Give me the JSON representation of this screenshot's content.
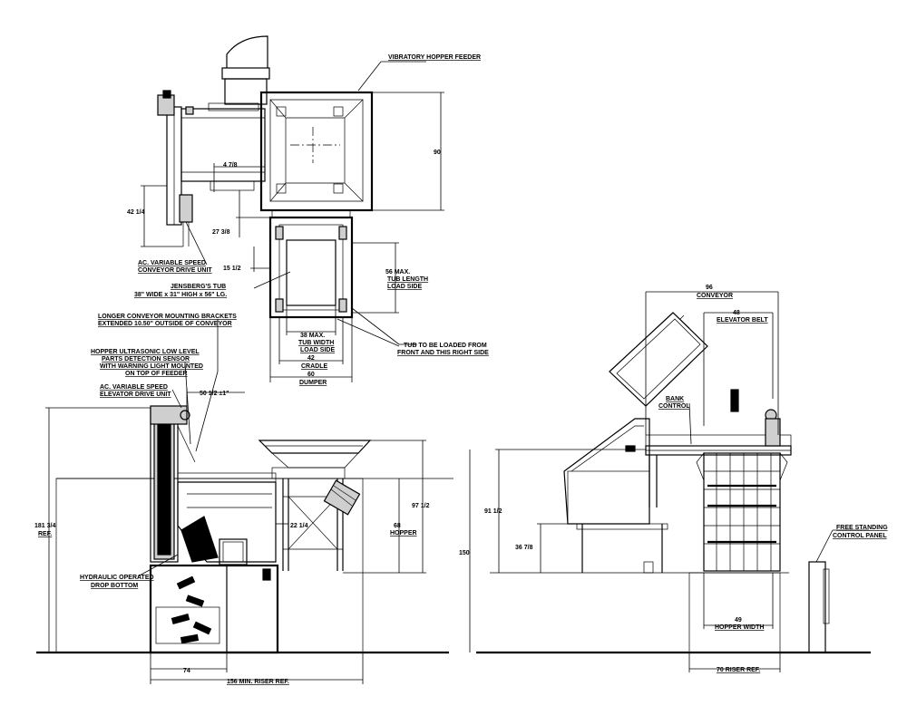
{
  "labels": {
    "vibratory_hopper_feeder": "VIBRATORY HOPPER FEEDER",
    "dim_90": "90",
    "dim_4_7_8": "4 7/8",
    "dim_42_1_4": "42 1/4",
    "dim_27_3_8": "27 3/8",
    "dim_15_1_2": "15 1/2",
    "ac_conveyor_drive_1": "AC. VARIABLE SPEED",
    "ac_conveyor_drive_2": "CONVEYOR DRIVE UNIT",
    "tub_1": "JENSBERG'S TUB",
    "tub_2": "38\" WIDE x 31\" HIGH x 56\" LG.",
    "tub_length_1": "56 MAX.",
    "tub_length_2": "TUB LENGTH",
    "tub_length_3": "LOAD SIDE",
    "tub_width_1": "38 MAX.",
    "tub_width_2": "TUB WIDTH",
    "tub_width_3": "LOAD SIDE",
    "cradle_dim": "42",
    "cradle": "CRADLE",
    "dumper_dim": "60",
    "dumper": "DUMPER",
    "tub_loaded_1": "TUB TO BE LOADED FROM",
    "tub_loaded_2": "FRONT AND THIS RIGHT SIDE",
    "brackets_1": "LONGER CONVEYOR MOUNTING BRACKETS",
    "brackets_2": "EXTENDED 10.50\" OUTSIDE OF CONVEYOR",
    "ultrasonic_1": "HOPPER ULTRASONIC LOW LEVEL",
    "ultrasonic_2": "PARTS DETECTION SENSOR",
    "ultrasonic_3": "WITH WARNING LIGHT MOUNTED",
    "ultrasonic_4": "ON TOP OF FEEDER",
    "ac_elevator_1": "AC. VARIABLE SPEED",
    "ac_elevator_2": "ELEVATOR DRIVE UNIT",
    "dim_50_1_2": "50 1/2 ±1\"",
    "dim_181_3_4": "181 3/4",
    "ref": "REF.",
    "dim_97_1_2": "97 1/2",
    "dim_68": "68",
    "hopper": "HOPPER",
    "dim_22_1_4": "22 1/4",
    "hydraulic_1": "HYDRAULIC OPERATED",
    "hydraulic_2": "DROP BOTTOM",
    "dim_74": "74",
    "dim_156": "156 MIN. RISER REF.",
    "dim_96": "96",
    "conveyor": "CONVEYOR",
    "dim_48": "48",
    "elevator_belt": "ELEVATOR BELT",
    "bank_control_1": "BANK",
    "bank_control_2": "CONTROL",
    "dim_91_1_2": "91 1/2",
    "dim_150": "150",
    "dim_36_7_8": "36 7/8",
    "dim_49": "49",
    "hopper_width": "HOPPER WIDTH",
    "dim_70": "70 RISER REF.",
    "free_standing_1": "FREE STANDING",
    "free_standing_2": "CONTROL PANEL"
  }
}
